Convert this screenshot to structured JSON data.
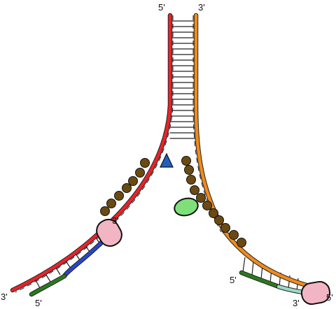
{
  "diagram": {
    "labels": {
      "top_left_5prime": "5'",
      "top_right_3prime": "3'",
      "lagging_3prime": "3'",
      "lagging_5prime": "5'",
      "leading_5prime": "5'",
      "leading_3prime": "3'",
      "lagging_hidden_3prime": "3'",
      "end_5prime": "5'"
    },
    "colors": {
      "lagging_template_strand": "#e8232a",
      "leading_template_strand": "#f08a1c",
      "rna_primer": "#2a7a1e",
      "okazaki_new_dna": "#2946c7",
      "leading_new_dna": "#9fd9c6",
      "polymerase": "#f2b5c4",
      "helicase": "#1f5fbf",
      "primase": "#7fe07a",
      "ssb_protein": "#6b4a12",
      "base_pair_rungs": "#222222"
    },
    "icons": {
      "helicase": "triangle-icon",
      "polymerase": "rounded-oval-icon",
      "primase": "oval-icon",
      "ssb": "circle-icon"
    }
  }
}
